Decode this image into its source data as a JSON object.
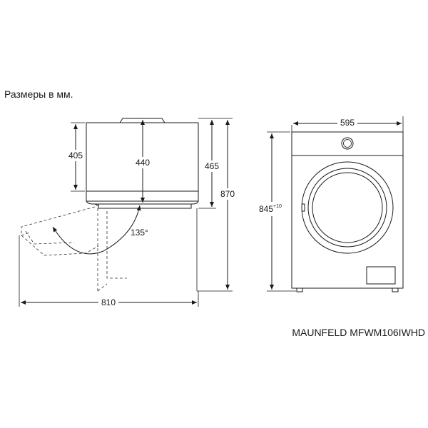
{
  "caption": "Размеры в мм.",
  "model": "MAUNFELD MFWM106IWHD",
  "side_view": {
    "dim_405": "405",
    "dim_440": "440",
    "dim_465": "465",
    "dim_870": "870",
    "dim_810": "810",
    "angle": "135°"
  },
  "front_view": {
    "dim_595": "595",
    "dim_845": "845",
    "dim_845_tol": "+10"
  }
}
